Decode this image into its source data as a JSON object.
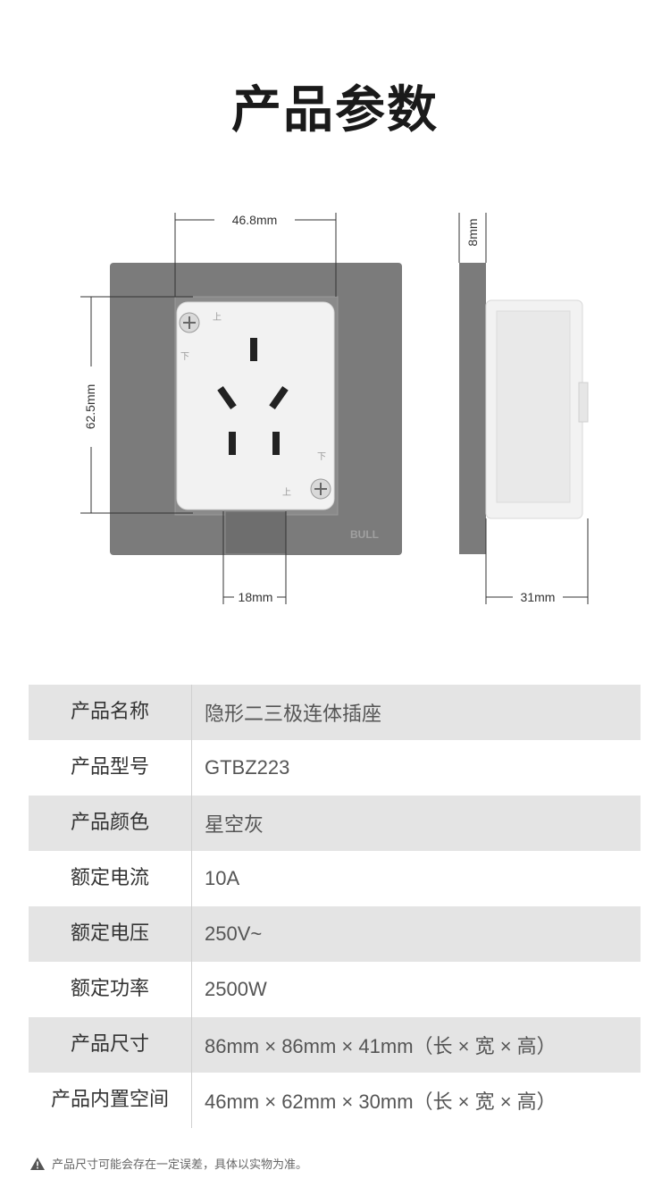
{
  "title": "产品参数",
  "diagram": {
    "width_label": "46.8mm",
    "height_label": "62.5mm",
    "bottom_label": "18mm",
    "depth_label": "8mm",
    "side_label": "31mm",
    "brand_logo": "BULL",
    "up_mark": "上",
    "down_mark": "下",
    "colors": {
      "panel": "#7b7b7b",
      "socket": "#f2f2f2"
    }
  },
  "specs": [
    {
      "label": "产品名称",
      "value": "隐形二三极连体插座"
    },
    {
      "label": "产品型号",
      "value": "GTBZ223"
    },
    {
      "label": "产品颜色",
      "value": "星空灰"
    },
    {
      "label": "额定电流",
      "value": "10A"
    },
    {
      "label": "额定电压",
      "value": "250V~"
    },
    {
      "label": "额定功率",
      "value": "2500W"
    },
    {
      "label": "产品尺寸",
      "value": "86mm × 86mm × 41mm（长 × 宽 × 高）"
    },
    {
      "label": "产品内置空间",
      "value": "46mm × 62mm × 30mm（长 × 宽 × 高）"
    }
  ],
  "note": {
    "icon": "warning-icon",
    "text": "产品尺寸可能会存在一定误差，具体以实物为准。"
  }
}
